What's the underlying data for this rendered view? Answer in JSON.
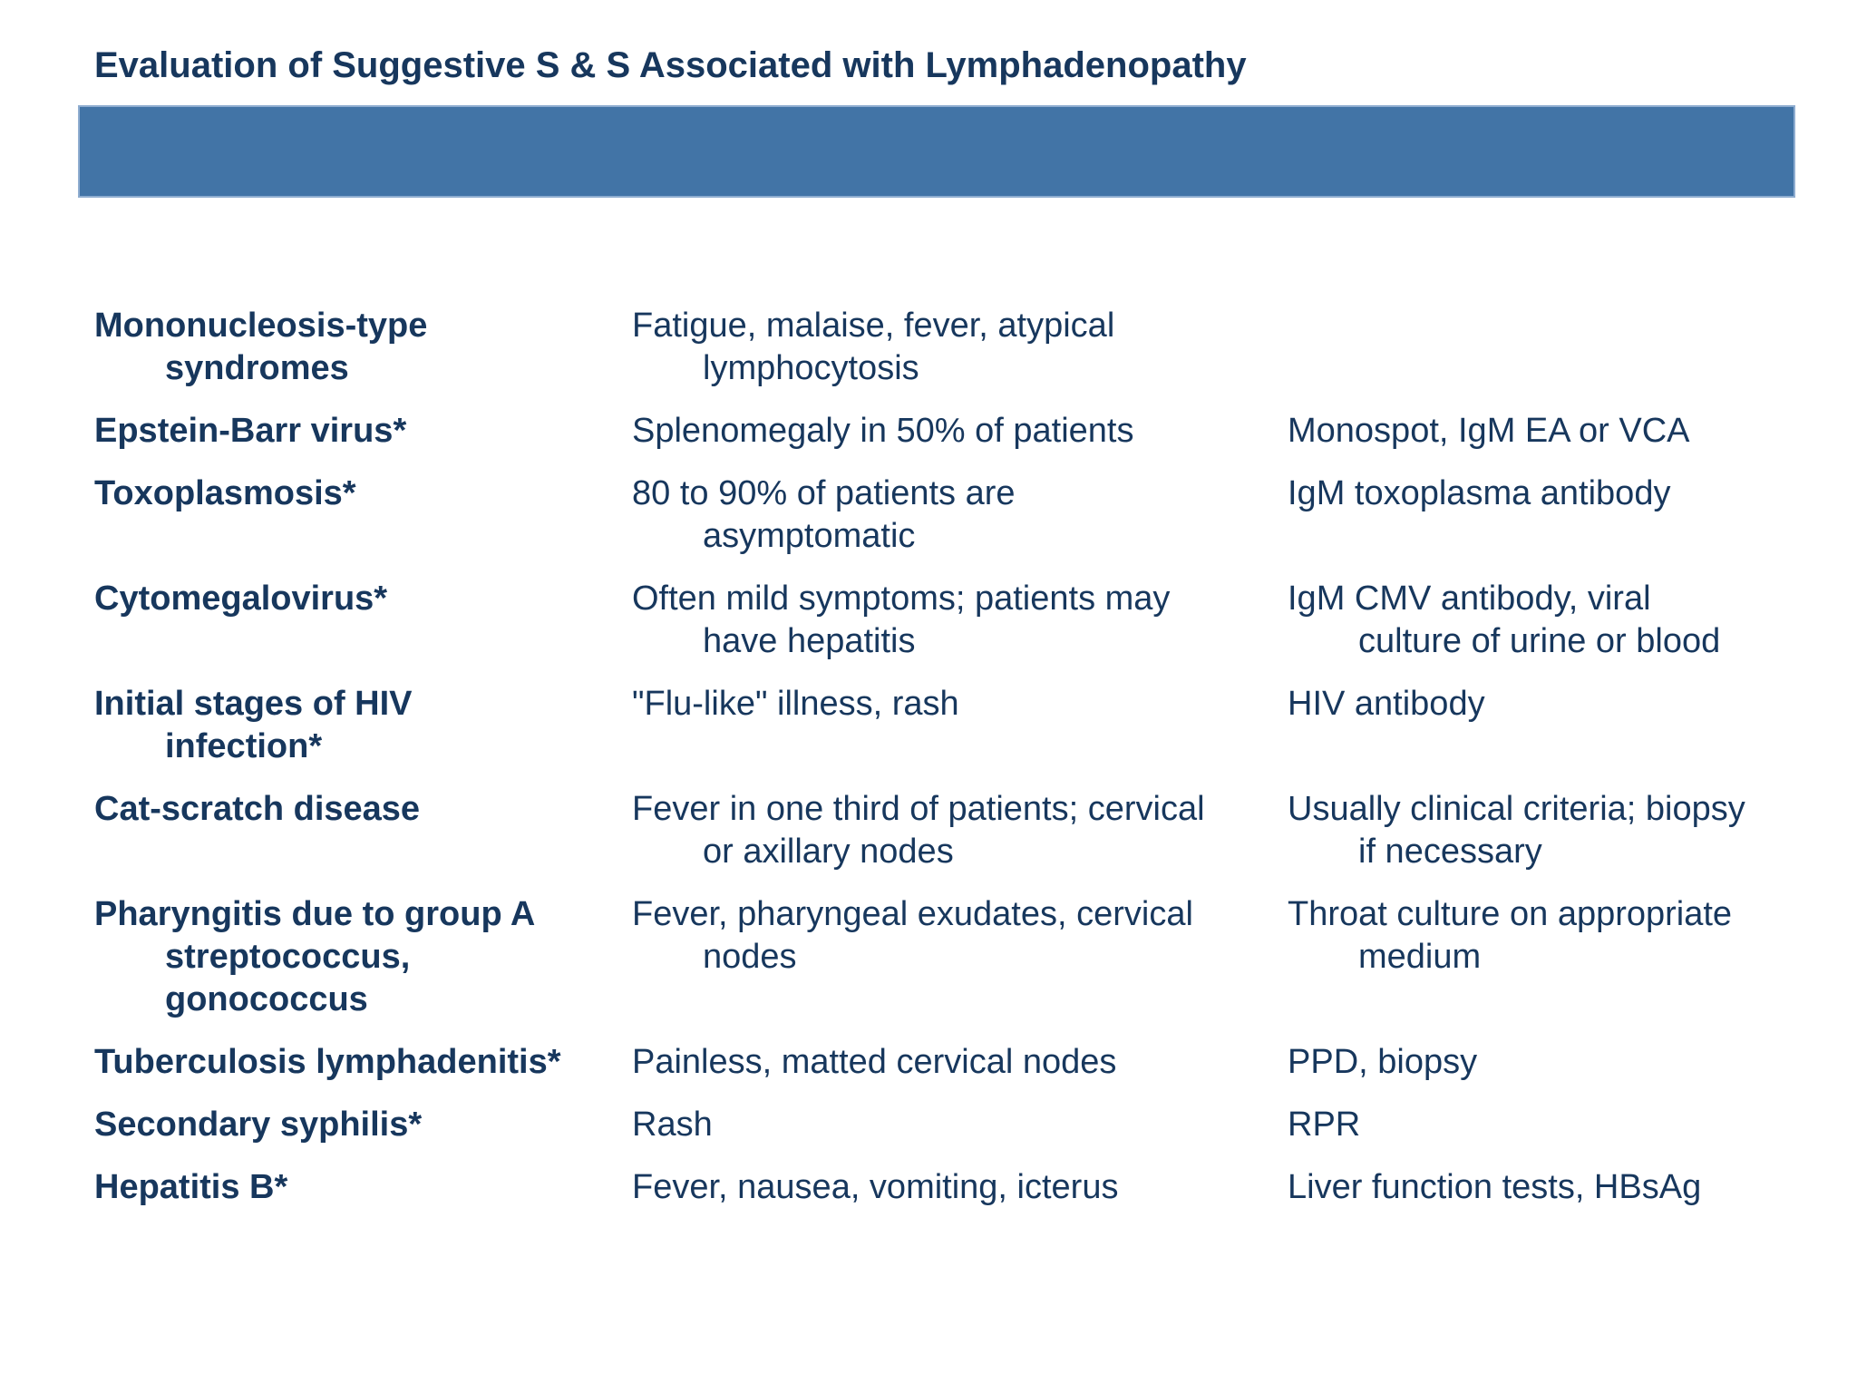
{
  "title": "Evaluation of Suggestive S & S Associated with Lymphadenopathy",
  "colors": {
    "ink": "#17375d",
    "band": "#4274a6",
    "band_edge": "#8fadd0",
    "background": "#ffffff"
  },
  "header_band": {
    "text": ""
  },
  "table": {
    "rows": [
      {
        "condition": [
          "Mononucleosis-type",
          "syndromes"
        ],
        "symptoms": [
          "Fatigue, malaise, fever, atypical",
          "lymphocytosis"
        ],
        "tests": []
      },
      {
        "condition": [
          "Epstein-Barr virus*"
        ],
        "symptoms": [
          "Splenomegaly in 50% of patients"
        ],
        "tests": [
          "Monospot, IgM EA or VCA"
        ]
      },
      {
        "condition": [
          "Toxoplasmosis*"
        ],
        "symptoms": [
          "80 to 90% of patients are",
          "asymptomatic"
        ],
        "tests": [
          "IgM toxoplasma antibody"
        ]
      },
      {
        "condition": [
          "Cytomegalovirus*"
        ],
        "symptoms": [
          "Often mild symptoms; patients may",
          "have hepatitis"
        ],
        "tests": [
          "IgM CMV antibody, viral",
          "culture of urine or blood"
        ]
      },
      {
        "condition": [
          "Initial stages of HIV",
          "infection*"
        ],
        "symptoms": [
          "\"Flu-like\" illness, rash"
        ],
        "tests": [
          "HIV antibody"
        ]
      },
      {
        "condition": [
          "Cat-scratch disease"
        ],
        "symptoms": [
          "Fever in one third of patients; cervical",
          "or axillary nodes"
        ],
        "tests": [
          "Usually clinical criteria; biopsy",
          "if necessary"
        ]
      },
      {
        "condition": [
          "Pharyngitis due to group A",
          "streptococcus,",
          "gonococcus"
        ],
        "symptoms": [
          "Fever, pharyngeal exudates, cervical",
          "nodes"
        ],
        "tests": [
          "Throat culture on appropriate",
          "medium"
        ]
      },
      {
        "condition": [
          "Tuberculosis lymphadenitis*"
        ],
        "symptoms": [
          "Painless, matted cervical nodes"
        ],
        "tests": [
          "PPD, biopsy"
        ]
      },
      {
        "condition": [
          "Secondary syphilis*"
        ],
        "symptoms": [
          "Rash"
        ],
        "tests": [
          "RPR"
        ]
      },
      {
        "condition": [
          "Hepatitis B*"
        ],
        "symptoms": [
          "Fever, nausea, vomiting, icterus"
        ],
        "tests": [
          "Liver function tests, HBsAg"
        ]
      }
    ]
  }
}
